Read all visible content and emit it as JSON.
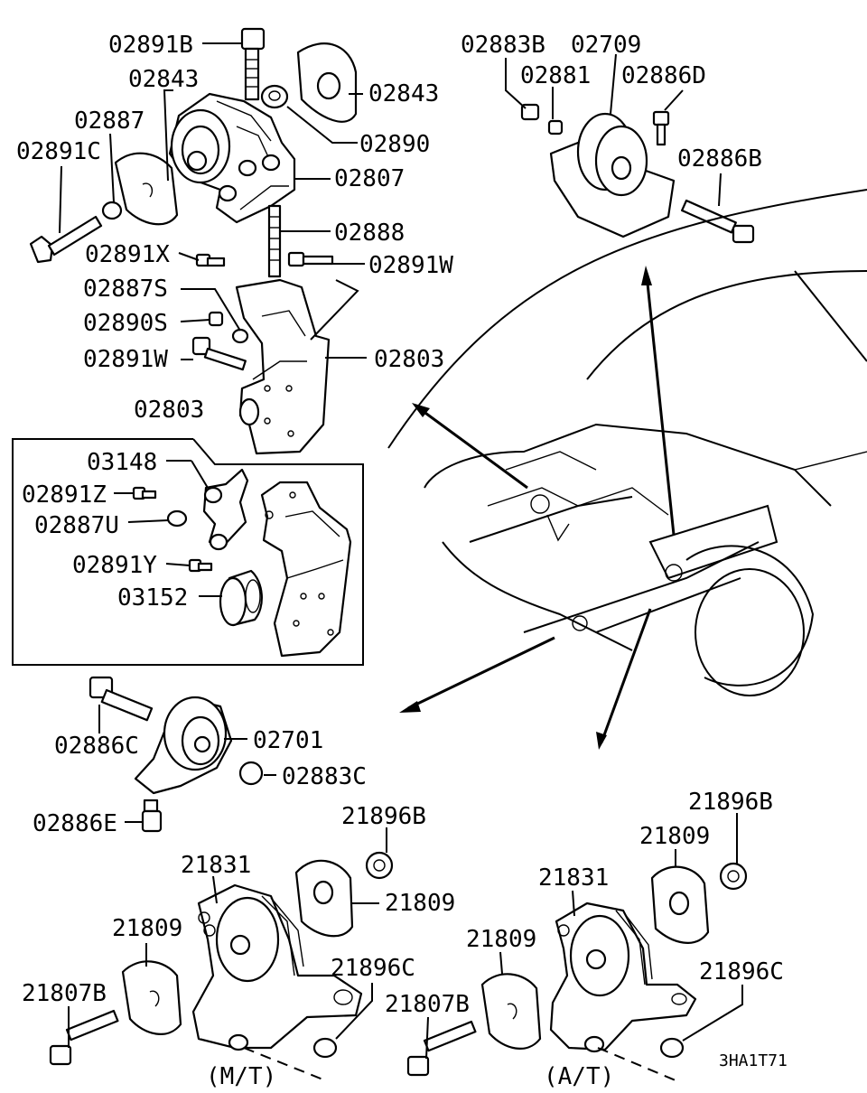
{
  "labels": {
    "l02891B": "02891B",
    "l02843a": "02843",
    "l02843b": "02843",
    "l02887": "02887",
    "l02891C": "02891C",
    "l02890": "02890",
    "l02807": "02807",
    "l02888": "02888",
    "l02891X": "02891X",
    "l02891W_a": "02891W",
    "l02887S": "02887S",
    "l02890S": "02890S",
    "l02891W_b": "02891W",
    "l02803a": "02803",
    "l02803b": "02803",
    "l03148": "03148",
    "l02891Z": "02891Z",
    "l02887U": "02887U",
    "l02891Y": "02891Y",
    "l03152": "03152",
    "l02883B": "02883B",
    "l02709": "02709",
    "l02881": "02881",
    "l02886D": "02886D",
    "l02886B": "02886B",
    "l02886C": "02886C",
    "l02701": "02701",
    "l02883C": "02883C",
    "l02886E": "02886E",
    "l21896B_a": "21896B",
    "l21831_a": "21831",
    "l21809_a": "21809",
    "l21809_b": "21809",
    "l21896C_a": "21896C",
    "l21807B_a": "21807B",
    "l21896B_b": "21896B",
    "l21809_c": "21809",
    "l21831_b": "21831",
    "l21809_d": "21809",
    "l21896C_b": "21896C",
    "l21807B_b": "21807B",
    "mt": "(M/T)",
    "at": "(A/T)",
    "ref": "3HA1T71"
  }
}
